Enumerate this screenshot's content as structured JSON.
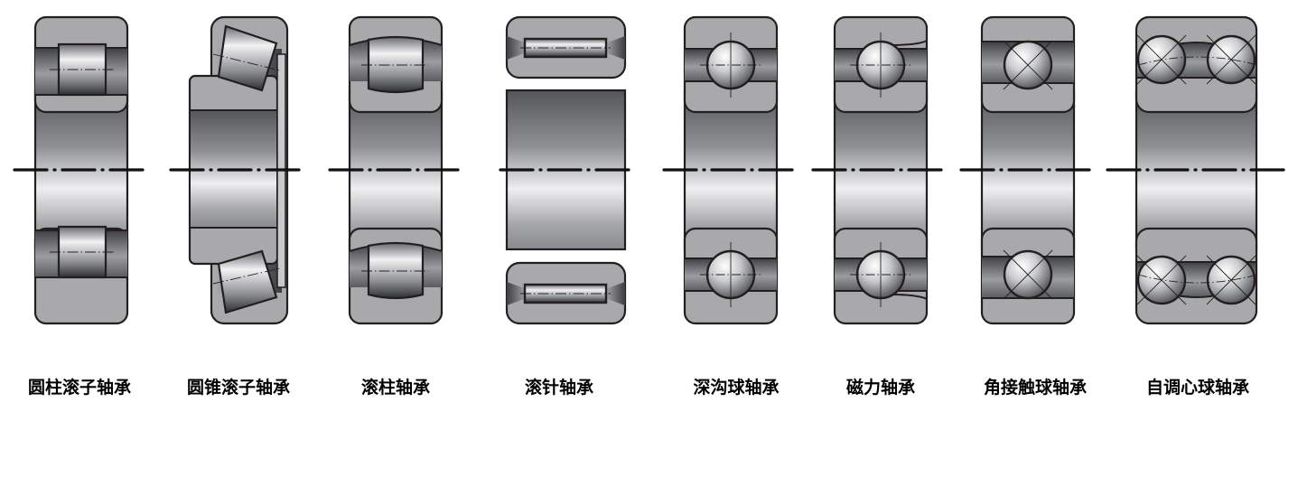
{
  "figure": {
    "kind": "bearing-types-cross-sections",
    "colors": {
      "ring_fill": "#a9a9ab",
      "outline": "#231f20",
      "bore_dark": "#5c5d61",
      "bore_light": "#ececee",
      "raceway_dark": "#4a4b4f",
      "raceway_light": "#b9babd",
      "ball_light": "#fbfbfb",
      "ball_dark": "#6d6e72",
      "background": "#ffffff"
    },
    "bearings": [
      {
        "id": "cylindrical-roller",
        "label": "圆柱滚子轴承",
        "element": "cylindrical-roller"
      },
      {
        "id": "tapered-roller",
        "label": "圆锥滚子轴承",
        "element": "tapered-roller"
      },
      {
        "id": "spherical-roller",
        "label": "滚柱轴承",
        "element": "barrel-roller"
      },
      {
        "id": "needle-roller",
        "label": "滚针轴承",
        "element": "needle-roller"
      },
      {
        "id": "deep-groove-ball",
        "label": "深沟球轴承",
        "element": "ball"
      },
      {
        "id": "magneto",
        "label": "磁力轴承",
        "element": "ball-open-shoulder"
      },
      {
        "id": "angular-contact-ball",
        "label": "角接触球轴承",
        "element": "ball-angular"
      },
      {
        "id": "self-aligning-ball",
        "label": "自调心球轴承",
        "element": "double-ball"
      }
    ]
  }
}
